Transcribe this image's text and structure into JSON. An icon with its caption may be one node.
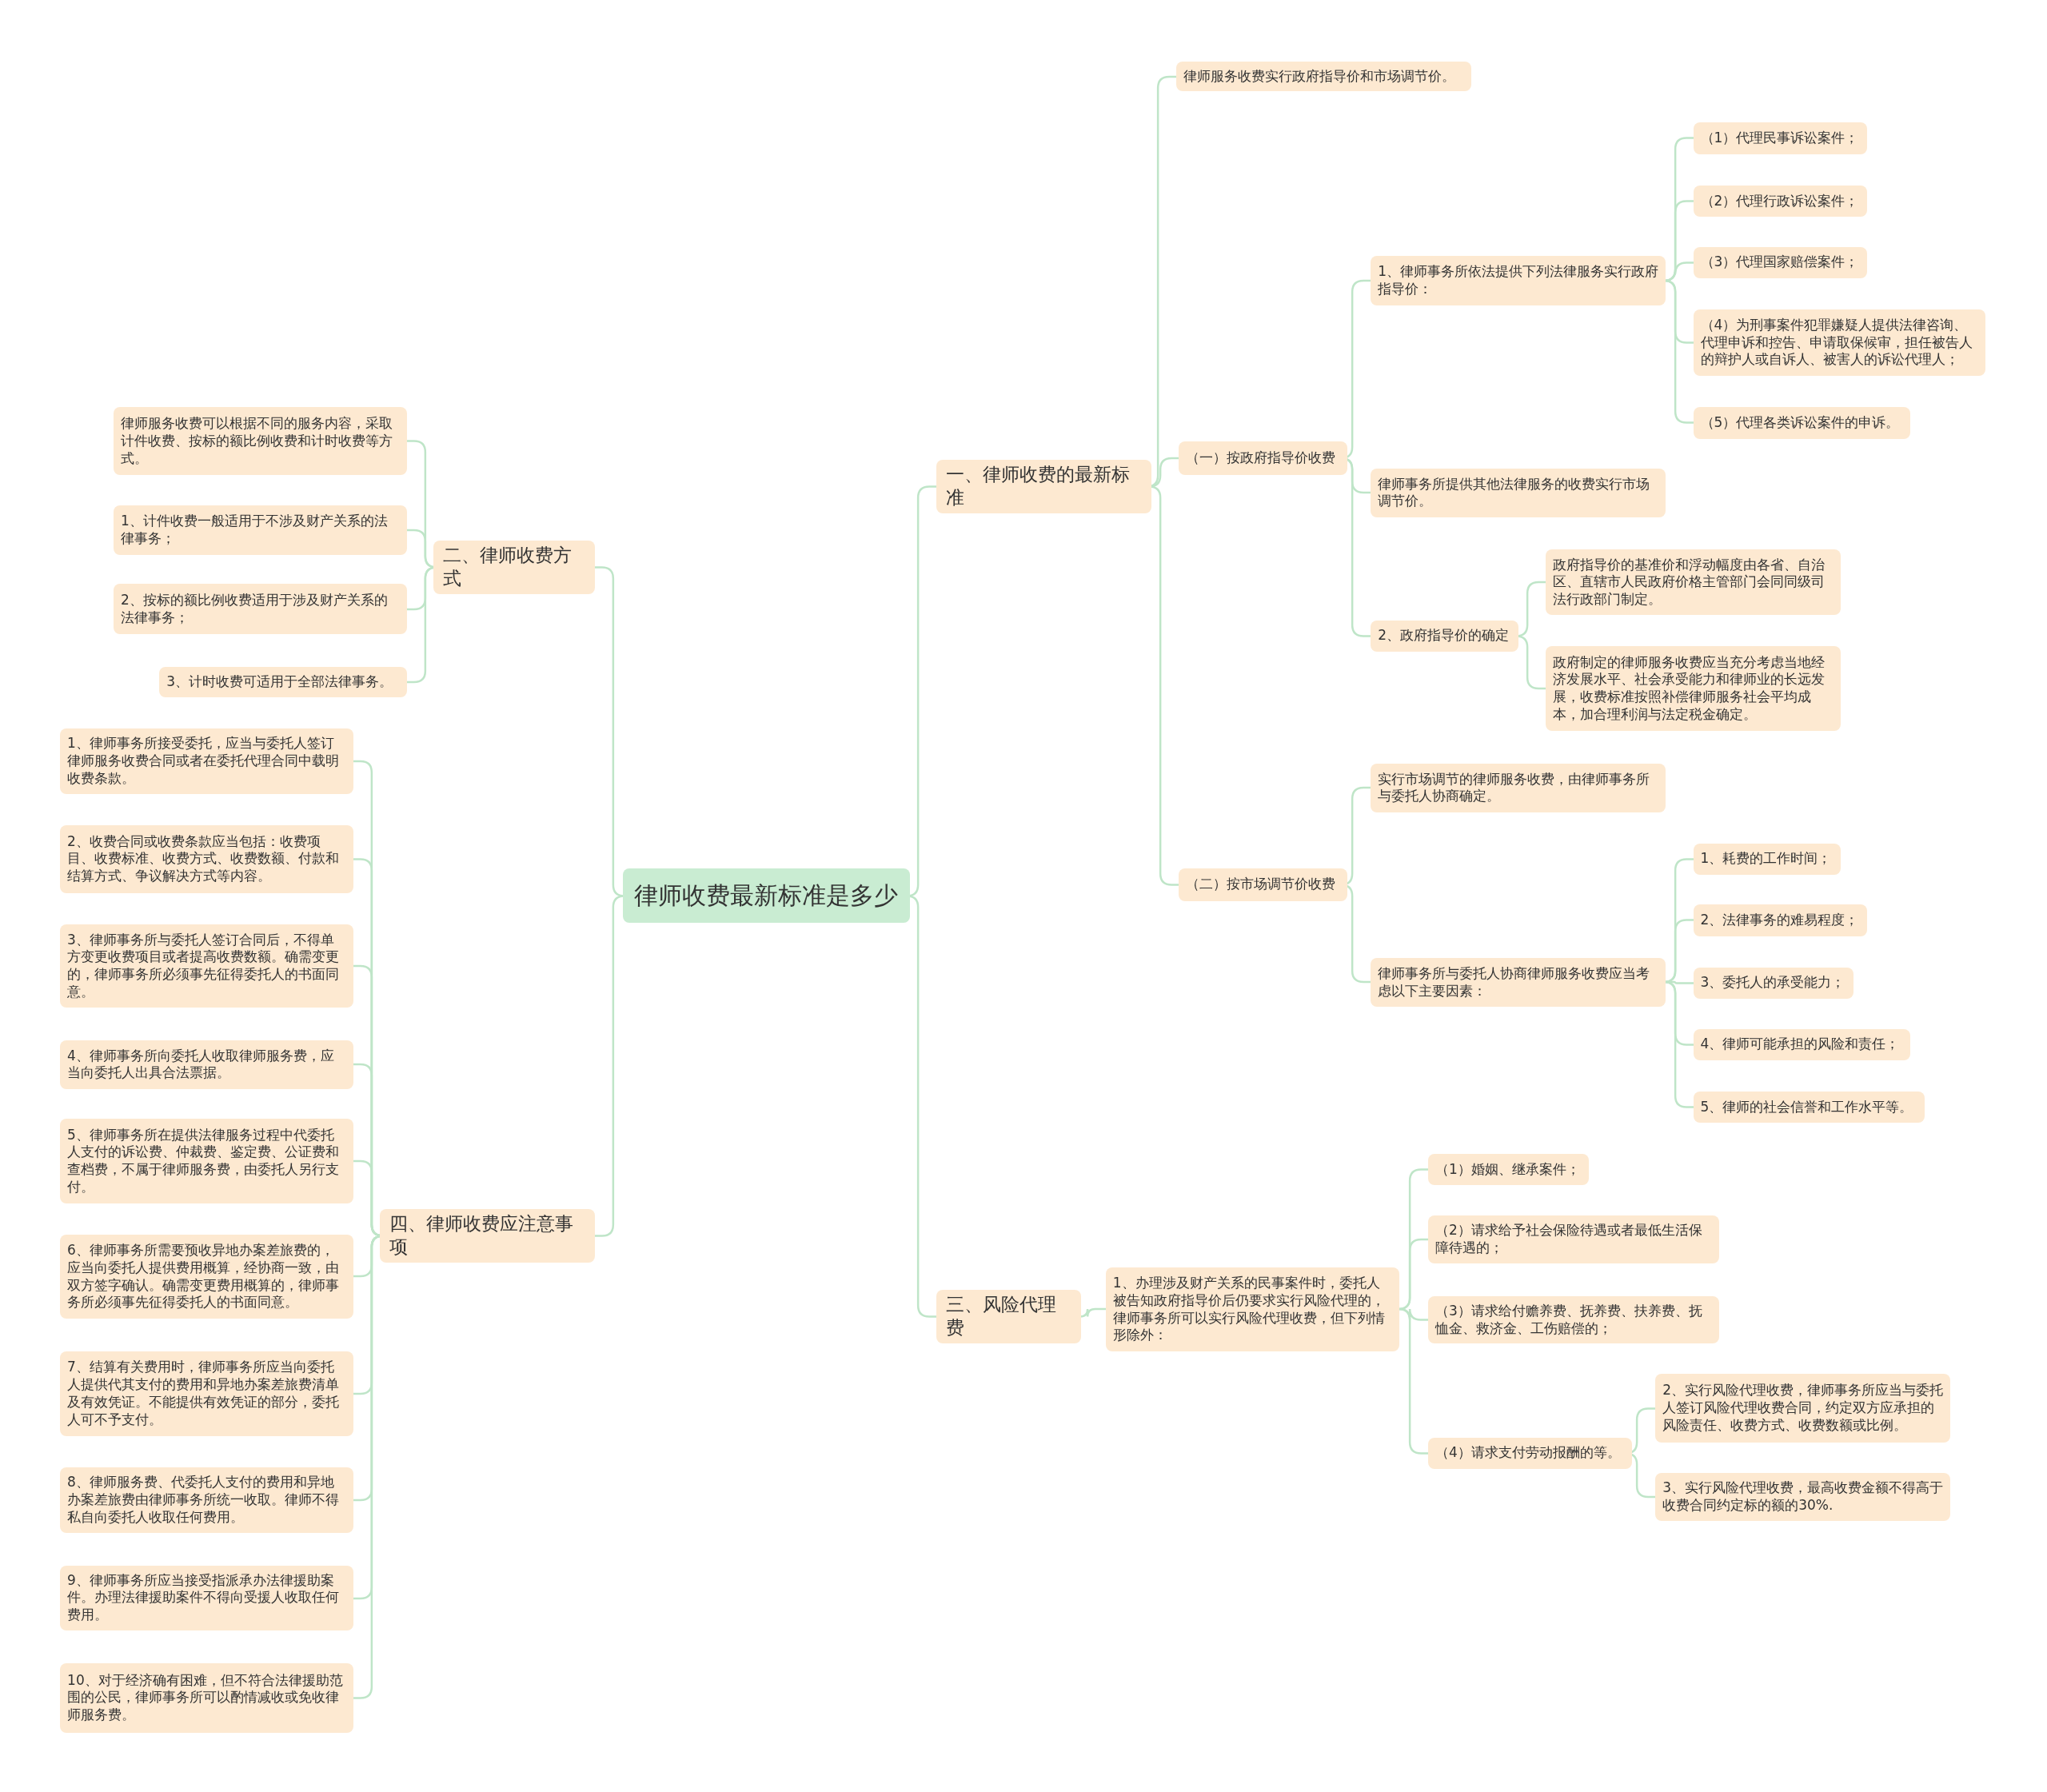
{
  "diagram": {
    "nodes": [
      {
        "text": [
          "律师收费最新标准是多少"
        ]
      },
      {
        "text": [
          "一、律师收费的最新标准"
        ]
      },
      {
        "text": [
          "律师服务收费实行政府指导价和市场调节价。"
        ]
      },
      {
        "text": [
          "（一）按政府指导价收费"
        ]
      },
      {
        "text": [
          "1、律师事务所依法提供下列法律服务实行政府指导价："
        ]
      },
      {
        "text": [
          "（1）代理民事诉讼案件；"
        ]
      },
      {
        "text": [
          "（2）代理行政诉讼案件；"
        ]
      },
      {
        "text": [
          "（3）代理国家赔偿案件；"
        ]
      },
      {
        "text": [
          "（4）为刑事案件犯罪嫌疑人提供法律咨询、代理申诉和控告、申请取保候审，担任被告人的辩护人或自诉人、被害人的诉讼代理人；"
        ]
      },
      {
        "text": [
          "（5）代理各类诉讼案件的申诉。"
        ]
      },
      {
        "text": [
          "律师事务所提供其他法律服务的收费实行市场调节价。"
        ]
      },
      {
        "text": [
          "2、政府指导价的确定"
        ]
      },
      {
        "text": [
          "政府指导价的基准价和浮动幅度由各省、自治区、直辖市人民政府价格主管部门会同同级司法行政部门制定。"
        ]
      },
      {
        "text": [
          "政府制定的律师服务收费应当充分考虑当地经济发展水平、社会承受能力和律师业的长远发展，收费标准按照补偿律师服务社会平均成本，加合理利润与法定税金确定。"
        ]
      },
      {
        "text": [
          "（二）按市场调节价收费"
        ]
      },
      {
        "text": [
          "实行市场调节的律师服务收费，由律师事务所与委托人协商确定。"
        ]
      },
      {
        "text": [
          "律师事务所与委托人协商律师服务收费应当考虑以下主要因素："
        ]
      },
      {
        "text": [
          "1、耗费的工作时间；"
        ]
      },
      {
        "text": [
          "2、法律事务的难易程度；"
        ]
      },
      {
        "text": [
          "3、委托人的承受能力；"
        ]
      },
      {
        "text": [
          "4、律师可能承担的风险和责任；"
        ]
      },
      {
        "text": [
          "5、律师的社会信誉和工作水平等。"
        ]
      },
      {
        "text": [
          "三、风险代理费"
        ]
      },
      {
        "text": [
          "1、办理涉及财产关系的民事案件时，委托人被告知政府指导价后仍要求实行风险代理的，律师事务所可以实行风险代理收费，但下列情形除外："
        ]
      },
      {
        "text": [
          "（1）婚姻、继承案件；"
        ]
      },
      {
        "text": [
          "（2）请求给予社会保险待遇或者最低生活保障待遇的；"
        ]
      },
      {
        "text": [
          "（3）请求给付赡养费、抚养费、扶养费、抚恤金、救济金、工伤赔偿的；"
        ]
      },
      {
        "text": [
          "（4）请求支付劳动报酬的等。"
        ]
      },
      {
        "text": [
          "2、实行风险代理收费，律师事务所应当与委托人签订风险代理收费合同，约定双方应承担的风险责任、收费方式、收费数额或比例。"
        ]
      },
      {
        "text": [
          "3、实行风险代理收费，最高收费金额不得高于收费合同约定标的额的30%."
        ]
      },
      {
        "text": [
          "二、律师收费方式"
        ]
      },
      {
        "text": [
          "律师服务收费可以根据不同的服务内容，采取计件收费、按标的额比例收费和计时收费等方式。"
        ]
      },
      {
        "text": [
          "1、计件收费一般适用于不涉及财产关系的法律事务；"
        ]
      },
      {
        "text": [
          "2、按标的额比例收费适用于涉及财产关系的法律事务；"
        ]
      },
      {
        "text": [
          "3、计时收费可适用于全部法律事务。"
        ]
      },
      {
        "text": [
          "四、律师收费应注意事项"
        ]
      },
      {
        "text": [
          "1、律师事务所接受委托，应当与委托人签订律师服务收费合同或者在委托代理合同中载明收费条款。"
        ]
      },
      {
        "text": [
          "2、收费合同或收费条款应当包括：收费项目、收费标准、收费方式、收费数额、付款和结算方式、争议解决方式等内容。"
        ]
      },
      {
        "text": [
          "3、律师事务所与委托人签订合同后，不得单方变更收费项目或者提高收费数额。确需变更的，律师事务所必须事先征得委托人的书面同意。"
        ]
      },
      {
        "text": [
          "4、律师事务所向委托人收取律师服务费，应当向委托人出具合法票据。"
        ]
      },
      {
        "text": [
          "5、律师事务所在提供法律服务过程中代委托人支付的诉讼费、仲裁费、鉴定费、公证费和查档费，不属于律师服务费，由委托人另行支付。"
        ]
      },
      {
        "text": [
          "6、律师事务所需要预收异地办案差旅费的，应当向委托人提供费用概算，经协商一致，由双方签字确认。确需变更费用概算的，律师事务所必须事先征得委托人的书面同意。"
        ]
      },
      {
        "text": [
          "7、结算有关费用时，律师事务所应当向委托人提供代其支付的费用和异地办案差旅费清单及有效凭证。不能提供有效凭证的部分，委托人可不予支付。"
        ]
      },
      {
        "text": [
          "8、律师服务费、代委托人支付的费用和异地办案差旅费由律师事务所统一收取。律师不得私自向委托人收取任何费用。"
        ]
      },
      {
        "text": [
          "9、律师事务所应当接受指派承办法律援助案件。办理法律援助案件不得向受援人收取任何费用。"
        ]
      },
      {
        "text": [
          "10、对于经济确有困难，但不符合法律援助范围的公民，律师事务所可以酌情减收或免收律师服务费。"
        ]
      }
    ],
    "edges": [
      {
        "from": 0,
        "to": 1,
        "arrow": "none"
      },
      {
        "from": 1,
        "to": 2,
        "arrow": "none"
      },
      {
        "from": 1,
        "to": 3,
        "arrow": "none"
      },
      {
        "from": 3,
        "to": 4,
        "arrow": "none"
      },
      {
        "from": 4,
        "to": 5,
        "arrow": "none"
      },
      {
        "from": 4,
        "to": 6,
        "arrow": "none"
      },
      {
        "from": 4,
        "to": 7,
        "arrow": "none"
      },
      {
        "from": 4,
        "to": 8,
        "arrow": "none"
      },
      {
        "from": 4,
        "to": 9,
        "arrow": "none"
      },
      {
        "from": 3,
        "to": 10,
        "arrow": "none"
      },
      {
        "from": 3,
        "to": 11,
        "arrow": "none"
      },
      {
        "from": 11,
        "to": 12,
        "arrow": "none"
      },
      {
        "from": 11,
        "to": 13,
        "arrow": "none"
      },
      {
        "from": 1,
        "to": 14,
        "arrow": "none"
      },
      {
        "from": 14,
        "to": 15,
        "arrow": "none"
      },
      {
        "from": 14,
        "to": 16,
        "arrow": "none"
      },
      {
        "from": 16,
        "to": 17,
        "arrow": "none"
      },
      {
        "from": 16,
        "to": 18,
        "arrow": "none"
      },
      {
        "from": 16,
        "to": 19,
        "arrow": "none"
      },
      {
        "from": 16,
        "to": 20,
        "arrow": "none"
      },
      {
        "from": 16,
        "to": 21,
        "arrow": "none"
      },
      {
        "from": 0,
        "to": 22,
        "arrow": "none"
      },
      {
        "from": 22,
        "to": 23,
        "arrow": "none"
      },
      {
        "from": 23,
        "to": 24,
        "arrow": "none"
      },
      {
        "from": 23,
        "to": 25,
        "arrow": "none"
      },
      {
        "from": 23,
        "to": 26,
        "arrow": "none"
      },
      {
        "from": 23,
        "to": 27,
        "arrow": "none"
      },
      {
        "from": 27,
        "to": 28,
        "arrow": "none"
      },
      {
        "from": 27,
        "to": 29,
        "arrow": "none"
      },
      {
        "from": 0,
        "to": 30,
        "arrow": "none"
      },
      {
        "from": 30,
        "to": 31,
        "arrow": "none"
      },
      {
        "from": 30,
        "to": 32,
        "arrow": "none"
      },
      {
        "from": 30,
        "to": 33,
        "arrow": "none"
      },
      {
        "from": 30,
        "to": 34,
        "arrow": "none"
      },
      {
        "from": 0,
        "to": 35,
        "arrow": "none"
      },
      {
        "from": 35,
        "to": 36,
        "arrow": "none"
      },
      {
        "from": 35,
        "to": 37,
        "arrow": "none"
      },
      {
        "from": 35,
        "to": 38,
        "arrow": "none"
      },
      {
        "from": 35,
        "to": 39,
        "arrow": "none"
      },
      {
        "from": 35,
        "to": 40,
        "arrow": "none"
      },
      {
        "from": 35,
        "to": 41,
        "arrow": "none"
      },
      {
        "from": 35,
        "to": 42,
        "arrow": "none"
      },
      {
        "from": 35,
        "to": 43,
        "arrow": "none"
      },
      {
        "from": 35,
        "to": 44,
        "arrow": "none"
      },
      {
        "from": 35,
        "to": 45,
        "arrow": "none"
      }
    ]
  }
}
